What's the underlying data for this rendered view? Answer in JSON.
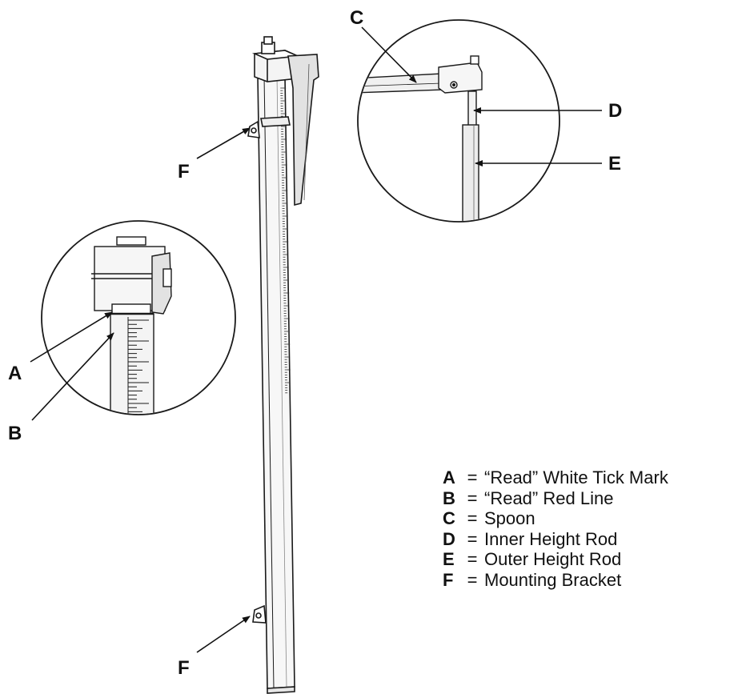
{
  "callouts": {
    "A": "A",
    "B": "B",
    "C": "C",
    "D": "D",
    "E": "E",
    "F_top": "F",
    "F_bottom": "F"
  },
  "legend": [
    {
      "letter": "A",
      "eq": "=",
      "text": "“Read” White Tick Mark"
    },
    {
      "letter": "B",
      "eq": "=",
      "text": "“Read” Red Line"
    },
    {
      "letter": "C",
      "eq": "=",
      "text": "Spoon"
    },
    {
      "letter": "D",
      "eq": "=",
      "text": "Inner Height Rod"
    },
    {
      "letter": "E",
      "eq": "=",
      "text": "Outer Height Rod"
    },
    {
      "letter": "F",
      "eq": "=",
      "text": "Mounting Bracket"
    }
  ],
  "colors": {
    "line": "#1a1a1a",
    "fill_light": "#f2f2f2",
    "shade": "#d6d6d6"
  }
}
